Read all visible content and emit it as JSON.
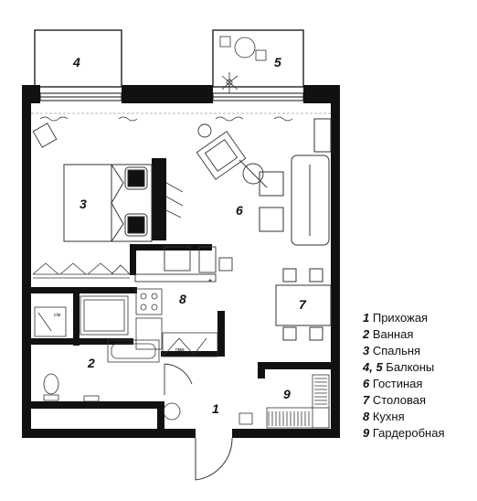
{
  "rooms": [
    {
      "id": "1",
      "name": "Прихожая"
    },
    {
      "id": "2",
      "name": "Ванная"
    },
    {
      "id": "3",
      "name": "Спальня"
    },
    {
      "id": "4, 5",
      "name": "Балконы"
    },
    {
      "id": "6",
      "name": "Гостиная"
    },
    {
      "id": "7",
      "name": "Столовая"
    },
    {
      "id": "8",
      "name": "Кухня"
    },
    {
      "id": "9",
      "name": "Гардеробная"
    }
  ],
  "plan_labels": {
    "balcony_left": "4",
    "balcony_right": "5",
    "bedroom": "3",
    "living": "6",
    "dining": "7",
    "kitchen": "8",
    "bathroom": "2",
    "hall": "1",
    "wardrobe": "9",
    "washer_label": "с/м",
    "dishwasher_label": "пмм",
    "star": "*"
  },
  "colors": {
    "wall": "#111111",
    "line": "#333333",
    "background": "#ffffff"
  }
}
